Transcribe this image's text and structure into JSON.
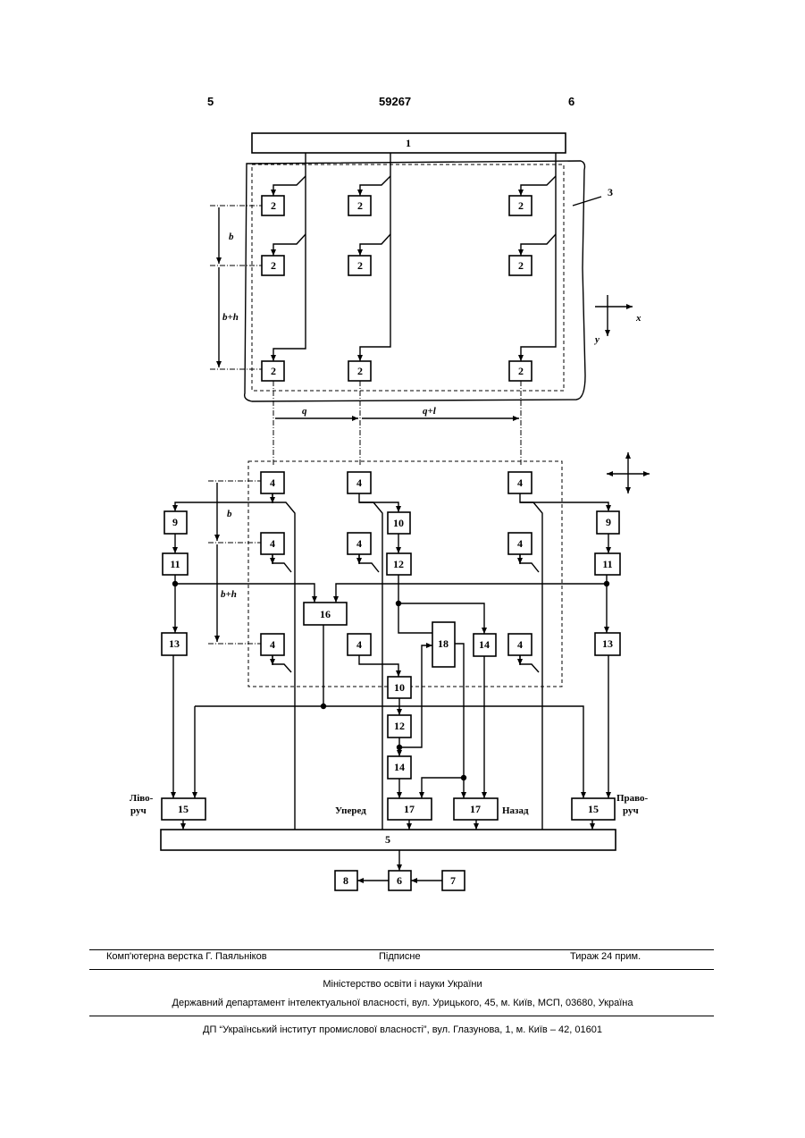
{
  "header": {
    "page_left": "5",
    "patent_number": "59267",
    "page_right": "6"
  },
  "diagram": {
    "blocks": {
      "b1": "1",
      "b2": "2",
      "b3": "3",
      "b4": "4",
      "b5": "5",
      "b6": "6",
      "b7": "7",
      "b8": "8",
      "b9": "9",
      "b10": "10",
      "b11": "11",
      "b12": "12",
      "b13": "13",
      "b14": "14",
      "b15": "15",
      "b16": "16",
      "b17": "17",
      "b18": "18"
    },
    "dims": {
      "b": "b",
      "bh": "b+h",
      "q": "q",
      "ql": "q+l",
      "x": "x",
      "y": "y"
    },
    "side_labels": {
      "left_1": "Ліво-",
      "left_2": "руч",
      "forward": "Уперед",
      "back": "Назад",
      "right_1": "Право-",
      "right_2": "руч"
    }
  },
  "footer": {
    "layout": "Комп'ютерна верстка Г. Паяльніков",
    "signed": "Підписне",
    "circulation": "Тираж 24 прим.",
    "ministry": "Міністерство освіти і науки України",
    "department": "Державний департамент інтелектуальної власності, вул. Урицького, 45, м. Київ, МСП, 03680, Україна",
    "institute": "ДП “Український інститут промислової власності”, вул. Глазунова, 1, м. Київ – 42, 01601"
  }
}
